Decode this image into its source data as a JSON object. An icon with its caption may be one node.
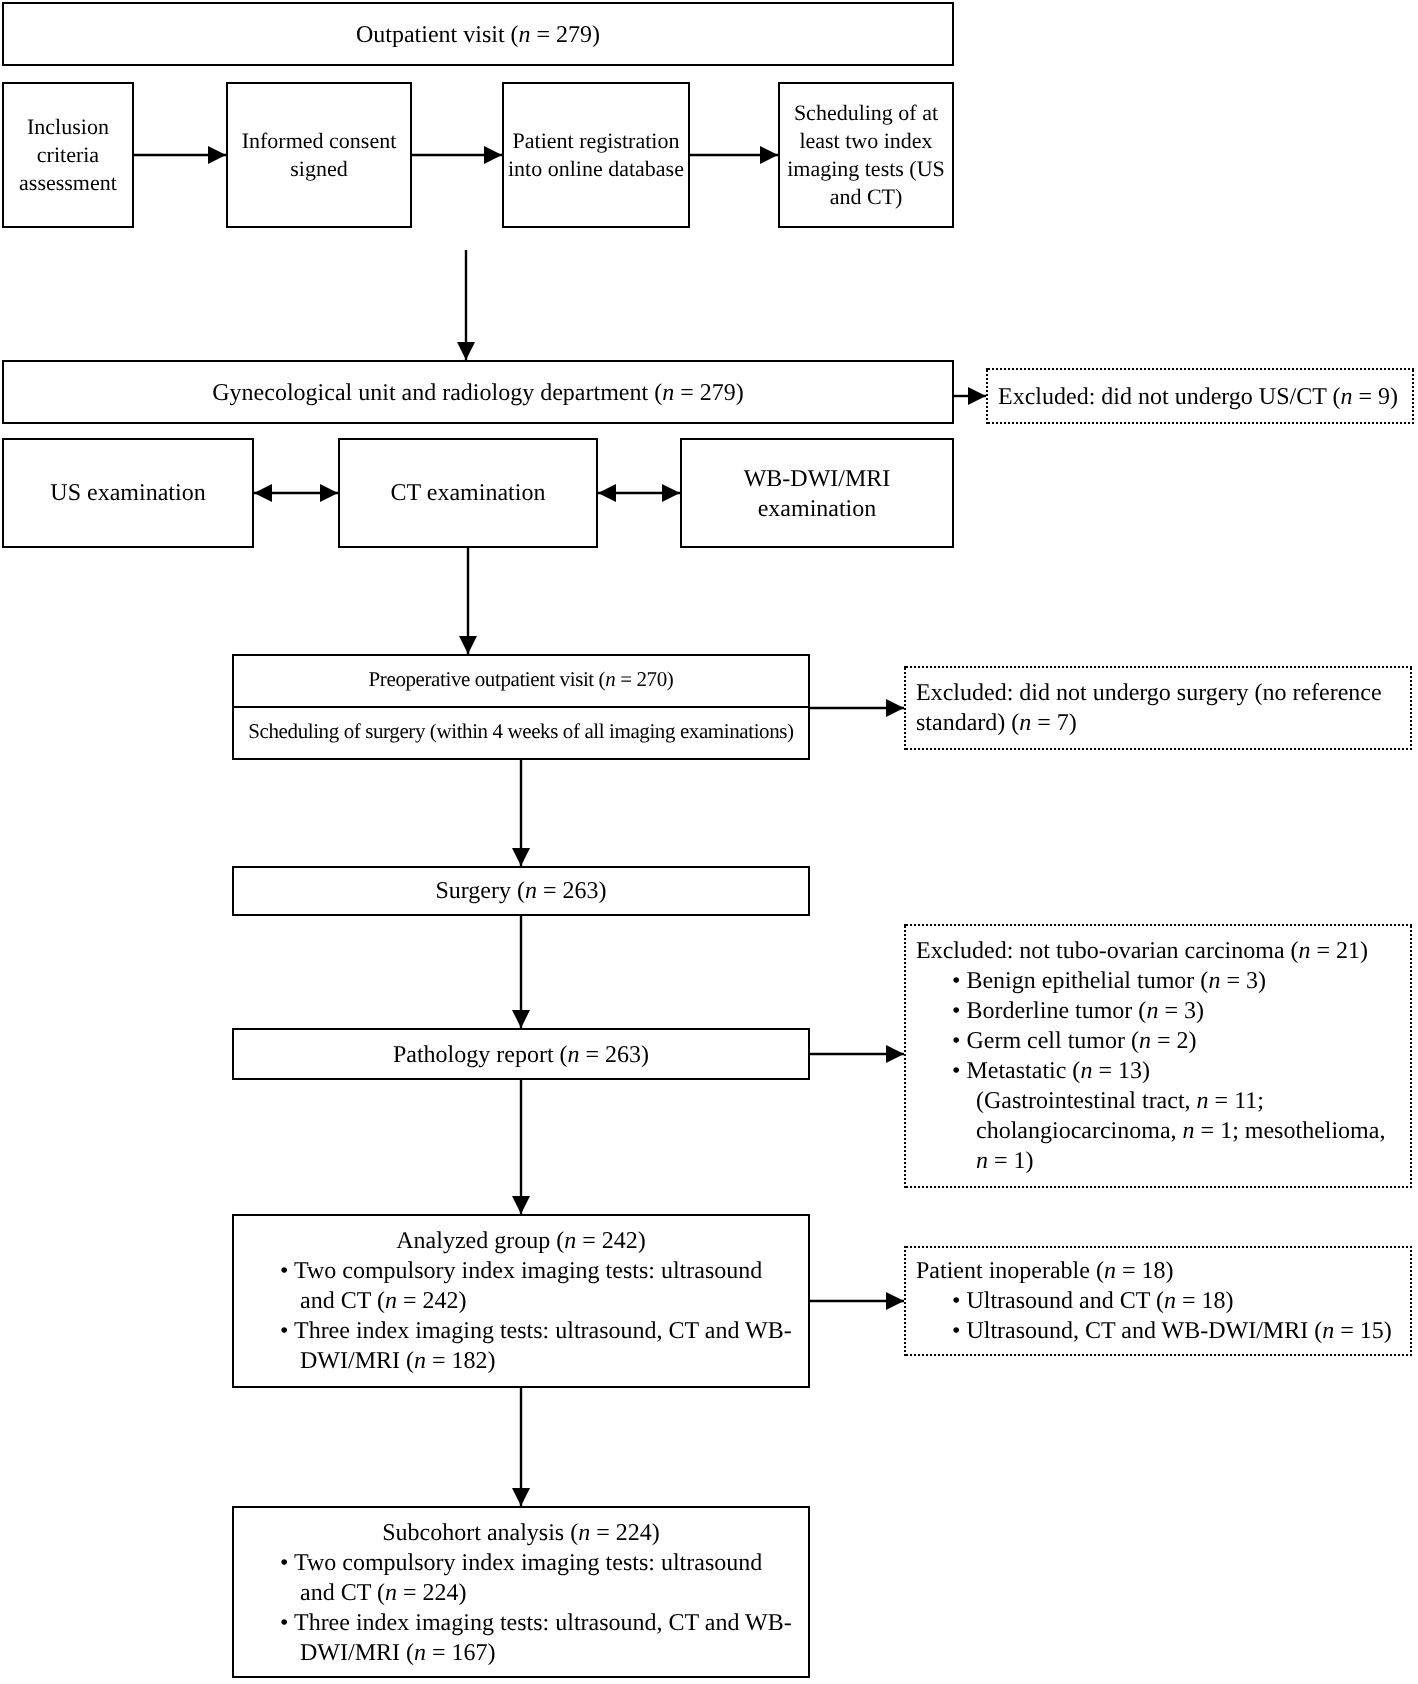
{
  "diagram": {
    "nodes": [
      {
        "text": [
          "Outpatient visit (*n* = 279)"
        ]
      },
      {
        "text": [
          "Inclusion criteria assessment"
        ]
      },
      {
        "text": [
          "Informed consent signed"
        ]
      },
      {
        "text": [
          "Patient registration into online database"
        ]
      },
      {
        "text": [
          "Scheduling of at least two index imaging tests (US and CT)"
        ]
      },
      {
        "text": [
          "Gynecological unit and radiology department (*n* = 279)"
        ]
      },
      {
        "text": [
          "Excluded: did not undergo US/CT (*n* = 9)"
        ]
      },
      {
        "text": [
          "US examination"
        ]
      },
      {
        "text": [
          "CT examination"
        ]
      },
      {
        "text": [
          "WB-DWI/MRI examination"
        ]
      },
      {
        "text": [
          "Preoperative outpatient visit (*n* = 270)",
          "Scheduling of surgery (within 4 weeks of all imaging examinations)"
        ]
      },
      {
        "text": [
          "Excluded: did not undergo surgery (no reference standard) (*n* = 7)"
        ]
      },
      {
        "text": [
          "Surgery (*n* = 263)"
        ]
      },
      {
        "text": [
          "Pathology report (*n* = 263)"
        ]
      },
      {
        "text": [
          "Excluded: not tubo-ovarian carcinoma (*n* = 21)",
          "• Benign epithelial tumor (*n* = 3)",
          "• Borderline tumor (*n* = 3)",
          "• Germ cell tumor (*n* = 2)",
          "• Metastatic (*n* = 13)",
          "(Gastrointestinal tract, *n* = 11; cholangiocarcinoma, *n* = 1; mesothelioma, *n* = 1)"
        ]
      },
      {
        "text": [
          "Analyzed group (*n* = 242)",
          "• Two compulsory index imaging tests: ultrasound and CT (*n* = 242)",
          "• Three index imaging tests: ultrasound, CT and WB-DWI/MRI (*n* = 182)"
        ]
      },
      {
        "text": [
          "Patient inoperable (*n* = 18)",
          "• Ultrasound and CT (*n* = 18)",
          "• Ultrasound, CT and WB-DWI/MRI (*n* = 15)"
        ]
      },
      {
        "text": [
          "Subcohort analysis (*n* = 224)",
          "• Two compulsory index imaging tests: ultrasound and CT (*n* = 224)",
          "• Three index imaging tests: ultrasound, CT and WB-DWI/MRI (*n* = 167)"
        ]
      }
    ],
    "edges": [
      {
        "from": 1,
        "to": 2,
        "arrow": "to"
      },
      {
        "from": 2,
        "to": 3,
        "arrow": "to"
      },
      {
        "from": 3,
        "to": 4,
        "arrow": "to"
      },
      {
        "from": null,
        "to": 5,
        "arrow": "to"
      },
      {
        "from": 5,
        "to": 6,
        "arrow": "to"
      },
      {
        "from": 7,
        "to": 8,
        "arrow": "both"
      },
      {
        "from": 8,
        "to": 9,
        "arrow": "both"
      },
      {
        "from": 8,
        "to": 10,
        "arrow": "to"
      },
      {
        "from": 10,
        "to": 11,
        "arrow": "to"
      },
      {
        "from": 10,
        "to": 12,
        "arrow": "to"
      },
      {
        "from": 12,
        "to": 13,
        "arrow": "to"
      },
      {
        "from": 13,
        "to": 14,
        "arrow": "to"
      },
      {
        "from": 13,
        "to": 15,
        "arrow": "to"
      },
      {
        "from": 15,
        "to": 16,
        "arrow": "to"
      },
      {
        "from": 15,
        "to": 17,
        "arrow": "to"
      }
    ]
  }
}
